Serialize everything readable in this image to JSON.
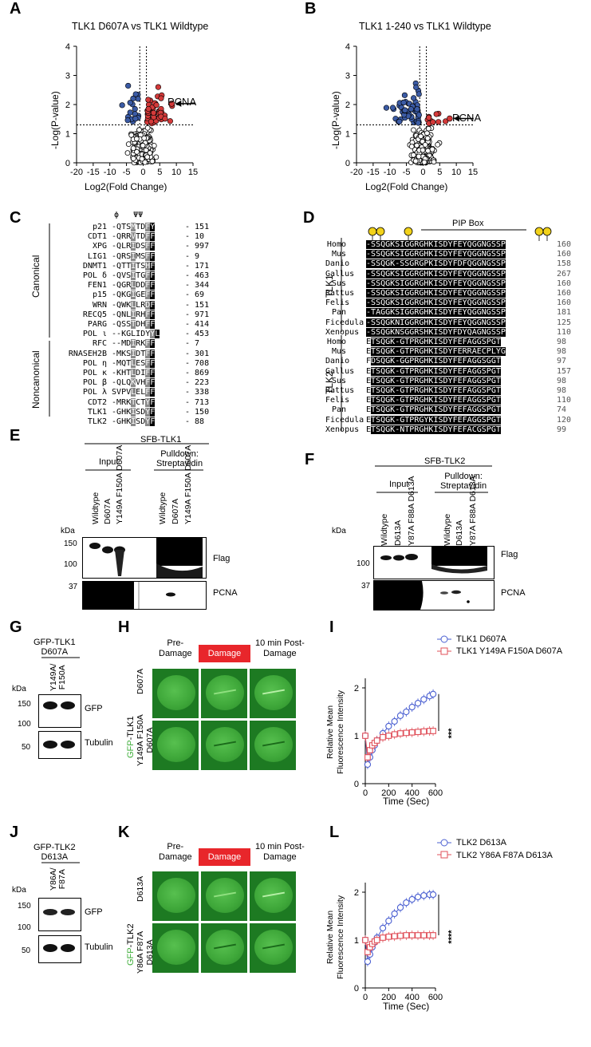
{
  "panels": {
    "A": "A",
    "B": "B",
    "C": "C",
    "D": "D",
    "E": "E",
    "F": "F",
    "G": "G",
    "H": "H",
    "I": "I",
    "J": "J",
    "K": "K",
    "L": "L"
  },
  "volcano": [
    {
      "title": "TLK1 D607A vs TLK1 Wildtype",
      "annotation": "PCNA",
      "xlabel": "Log2(Fold Change)",
      "ylabel": "-Log(P-value)"
    },
    {
      "title": "TLK1 1-240 vs TLK1 Wildtype",
      "annotation": "PCNA",
      "xlabel": "Log2(Fold Change)",
      "ylabel": "-Log(P-value)"
    }
  ],
  "volcano_ticks": {
    "x": [
      "-20",
      "-15",
      "-10",
      "-5",
      "0",
      "5",
      "10",
      "15"
    ],
    "y": [
      "0",
      "1",
      "2",
      "3",
      "4"
    ]
  },
  "panelC": {
    "header": "ϕ   ΨΨ",
    "group_labels": [
      "Canonical",
      "Noncanonical"
    ],
    "names": [
      "p21",
      "CDT1",
      "XPG",
      "LIG1",
      "DNMT1",
      "POL δ",
      "FEN1",
      "p15",
      "WRN",
      "RECQ5",
      "PARG",
      "POL ι",
      "RFC",
      "RNASEH2B",
      "POL η",
      "POL κ",
      "POL β",
      "POL λ",
      "CDT2",
      "TLK1",
      "TLK2"
    ],
    "seqs": [
      "-QTSMTDFY",
      "-QRRVTDFF",
      "-QLRIDSFF",
      "-QRSIMSFF",
      "-QTTITSHF",
      "-QVSITGFF",
      "-QGRLDDFF",
      "-QKGIGEFF",
      "-QWKLLRDF",
      "-QNLIRHFF",
      "-QSSTDHFF",
      "--KGLIDYYL",
      "--MDIRKFF",
      "-MKSIDTFF",
      "-MQTLESFF",
      "-KHTLDIFF",
      "-QLQKVHFF",
      "SVPVLELFF",
      "-MRKTCTYF",
      "-GHKISDYF",
      "-GHKISDYF"
    ],
    "nums": [
      "151",
      "10",
      "997",
      "9",
      "171",
      "463",
      "344",
      "69",
      "151",
      "971",
      "414",
      "453",
      "7",
      "301",
      "708",
      "869",
      "223",
      "338",
      "713",
      "150",
      "88"
    ]
  },
  "panelD": {
    "pip_label": "PIP Box",
    "group_labels": [
      "TLK1",
      "TLK2"
    ],
    "species": [
      "Homo",
      "Mus",
      "Danio",
      "Gallus",
      "Sus",
      "Rattus",
      "Felis",
      "Pan",
      "Ficedula",
      "Xenopus",
      "Homo",
      "Mus",
      "Danio",
      "Gallus",
      "Sus",
      "Rattus",
      "Felis",
      "Pan",
      "Ficedula",
      "Xenopus"
    ],
    "seqs": [
      "-SSQGKSIGGRGHKISDYFEYQGGNGSSP",
      "-SSQGKSIGGRGHKISDYFEYQGGNGSSP",
      "-SSQGK-SSGRGPKISDYFDFQGGNGSSP",
      "-SSQGKSIGGRGHKISDYFEYQGGNGSSP",
      "-SSQGKSIGGRGHKISDYFEYQGGNGSSP",
      "-SSQGKSIGGRGHKISDYFEYQGGNGSSP",
      "-SSQGKSIGGRGHKISDYFEYQGGNGSSP",
      "-TAGGKSIGGRGHKISDYFEYQGGNGSSP",
      "-SSQGKNIGGRGHKISDYFEYQGGNGSSP",
      "-SSQGKNSGGRSHKISDYFDYQAGNGSSP",
      "ETSQGK-GTPRGHKISDYFEFAGGSPGT",
      "ETSQGK-GTPRGHKISDYFERRAECPLYG",
      "FDSQGK-GGPRGHKISDYFEFAGGSGGT",
      "ETSQGK-GTPRGHKISDYFEFAGGSPGT",
      "ETSQGK-GTPRGHKISDYFEFAGGSPGT",
      "ETSQGK-GTPRGHKISDYFEFAGGSPGT",
      "ETSQGK-GTPRGHKISDYFEFAGGSPGT",
      "ETSQGK-GTPRGHKISDYFEFAGGSPGT",
      "ETSQGK-GTPRGYKISDYFEFAGGSPGT",
      "ETSQGK-NTPRGHKISDYFEFACGSPGT"
    ],
    "nums": [
      "160",
      "160",
      "158",
      "267",
      "160",
      "160",
      "160",
      "181",
      "125",
      "110",
      "98",
      "98",
      "97",
      "157",
      "98",
      "98",
      "110",
      "74",
      "120",
      "99"
    ]
  },
  "panelE": {
    "construct": "SFB-TLK1",
    "input": "Input",
    "pulldown": "Pulldown:\nStreptavidin",
    "lanes": [
      "Wildtype",
      "D607A",
      "Y149A F150A D607A",
      "Wildtype",
      "D607A",
      "Y149A F150A D607A"
    ],
    "kda_label": "kDa",
    "markers": [
      "150",
      "100",
      "37"
    ],
    "bands": [
      "Flag",
      "PCNA"
    ]
  },
  "panelF": {
    "construct": "SFB-TLK2",
    "input": "Input",
    "pulldown": "Pulldown:\nStreptavidin",
    "lanes": [
      "Wildtype",
      "D613A",
      "Y87A F88A D613A",
      "Wildtype",
      "D613A",
      "Y87A F88A D613A"
    ],
    "kda_label": "kDa",
    "markers": [
      "100",
      "37"
    ],
    "bands": [
      "Flag",
      "PCNA"
    ]
  },
  "panelG": {
    "construct": "GFP-TLK1\nD607A",
    "lane2": "Y149A/\nF150A",
    "kda_label": "kDa",
    "markers": [
      "150",
      "100",
      "50"
    ],
    "bands": [
      "GFP",
      "Tubulin"
    ]
  },
  "panelJ": {
    "construct": "GFP-TLK2\nD613A",
    "lane2": "Y86A/\nF87A",
    "kda_label": "kDa",
    "markers": [
      "150",
      "100",
      "50"
    ],
    "bands": [
      "GFP",
      "Tubulin"
    ]
  },
  "panelH": {
    "cols": [
      "Pre-\nDamage",
      "Damage",
      "10 min Post-\nDamage"
    ],
    "row1": "D607A",
    "row2": "Y149A F150A\nD607A",
    "side_gfp": "GFP",
    "side_rest": "-TLK1"
  },
  "panelK": {
    "cols": [
      "Pre-\nDamage",
      "Damage",
      "10 min Post-\nDamage"
    ],
    "row1": "D613A",
    "row2": "Y86A F87A\nD613A",
    "side_gfp": "GFP",
    "side_rest": "-TLK2"
  },
  "kinetics": [
    {
      "xlabel": "Time (Sec)",
      "ylabel": "Relative Mean\nFluorescence Intensity",
      "sig": "***",
      "xticks": [
        "0",
        "200",
        "400",
        "600"
      ],
      "yticks": [
        "0",
        "1",
        "2"
      ],
      "series": [
        {
          "name": "TLK1 D607A",
          "color": "#4a5fd1",
          "marker": "circle"
        },
        {
          "name": "TLK1 Y149A F150A D607A",
          "color": "#e0505a",
          "marker": "square"
        }
      ]
    },
    {
      "xlabel": "Time (Sec)",
      "ylabel": "Relative Mean\nFluorescence Intensity",
      "sig": "****",
      "xticks": [
        "0",
        "200",
        "400",
        "600"
      ],
      "yticks": [
        "0",
        "1",
        "2"
      ],
      "series": [
        {
          "name": "TLK2 D613A",
          "color": "#4a5fd1",
          "marker": "circle"
        },
        {
          "name": "TLK2 Y86A F87A D613A",
          "color": "#e0505a",
          "marker": "square"
        }
      ]
    }
  ],
  "chart_data": [
    {
      "type": "scatter",
      "title": "TLK1 D607A vs TLK1 Wildtype",
      "xlabel": "Log2(Fold Change)",
      "ylabel": "-Log(P-value)",
      "xlim": [
        -20,
        15
      ],
      "ylim": [
        0,
        4
      ],
      "thresholds": {
        "x": [
          -1,
          1
        ],
        "y": 1.3
      },
      "series": [
        {
          "name": "PCNA",
          "x": [
            8.6
          ],
          "y": [
            2.03
          ]
        }
      ]
    },
    {
      "type": "scatter",
      "title": "TLK1 1-240 vs TLK1 Wildtype",
      "xlabel": "Log2(Fold Change)",
      "ylabel": "-Log(P-value)",
      "xlim": [
        -20,
        15
      ],
      "ylim": [
        0,
        4
      ],
      "thresholds": {
        "x": [
          -1,
          1
        ],
        "y": 1.3
      },
      "series": [
        {
          "name": "PCNA",
          "x": [
            8.0
          ],
          "y": [
            1.52
          ]
        }
      ]
    },
    {
      "type": "line",
      "xlabel": "Time (Sec)",
      "ylabel": "Relative Mean Fluorescence Intensity",
      "xlim": [
        0,
        600
      ],
      "ylim": [
        0,
        2.2
      ],
      "x": [
        0,
        20,
        40,
        60,
        80,
        100,
        150,
        200,
        250,
        300,
        350,
        400,
        450,
        500,
        550,
        580
      ],
      "series": [
        {
          "name": "TLK1 D607A",
          "values": [
            1.0,
            0.4,
            0.55,
            0.7,
            0.8,
            0.9,
            1.05,
            1.2,
            1.3,
            1.42,
            1.5,
            1.6,
            1.68,
            1.76,
            1.83,
            1.87
          ]
        },
        {
          "name": "TLK1 Y149A F150A D607A",
          "values": [
            1.0,
            0.55,
            0.7,
            0.8,
            0.85,
            0.9,
            0.97,
            1.0,
            1.03,
            1.05,
            1.06,
            1.07,
            1.08,
            1.09,
            1.1,
            1.1
          ]
        }
      ]
    },
    {
      "type": "line",
      "xlabel": "Time (Sec)",
      "ylabel": "Relative Mean Fluorescence Intensity",
      "xlim": [
        0,
        600
      ],
      "ylim": [
        0,
        2.2
      ],
      "x": [
        0,
        20,
        40,
        60,
        80,
        100,
        150,
        200,
        250,
        300,
        350,
        400,
        450,
        500,
        550,
        580
      ],
      "series": [
        {
          "name": "TLK2 D613A",
          "values": [
            1.0,
            0.55,
            0.7,
            0.85,
            0.95,
            1.05,
            1.25,
            1.4,
            1.55,
            1.68,
            1.78,
            1.85,
            1.9,
            1.93,
            1.95,
            1.95
          ]
        },
        {
          "name": "TLK2 Y86A F87A D613A",
          "values": [
            1.0,
            0.75,
            0.85,
            0.92,
            0.97,
            1.0,
            1.05,
            1.07,
            1.08,
            1.09,
            1.1,
            1.1,
            1.1,
            1.1,
            1.1,
            1.1
          ]
        }
      ]
    }
  ],
  "colors": {
    "up": "#d43a3a",
    "down": "#3b5ba5",
    "damage_bg": "#e8262b",
    "gfp": "#3fae3a"
  }
}
